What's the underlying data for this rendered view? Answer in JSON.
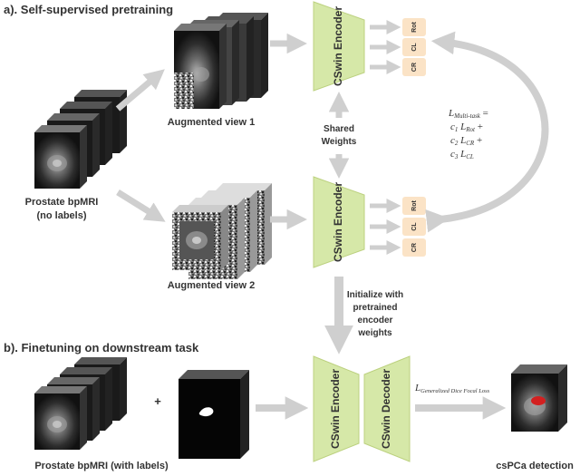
{
  "sections": {
    "pretraining_title": "a). Self-supervised pretraining",
    "finetuning_title": "b). Finetuning on downstream task"
  },
  "inputs": {
    "prostate_unlabeled_line1": "Prostate bpMRI",
    "prostate_unlabeled_line2": "(no labels)",
    "prostate_labeled": "Prostate bpMRI (with labels)"
  },
  "views": {
    "view1": "Augmented view 1",
    "view2": "Augmented view 2"
  },
  "encoders": {
    "encoder_label": "CSwin Encoder",
    "decoder_label": "CSwin Decoder"
  },
  "heads": [
    "Rot",
    "CL",
    "CR"
  ],
  "shared_weights": {
    "line1": "Shared",
    "line2": "Weights"
  },
  "initialize": {
    "line1": "Initialize with",
    "line2": "pretrained",
    "line3": "encoder",
    "line4": "weights"
  },
  "loss": {
    "line1": "L",
    "line1_sub": "Multi-task",
    "line1_tail": " =",
    "line2": "c",
    "line2_sub1": "1",
    "line2_mid": " L",
    "line2_sub2": "Rot",
    "line2_tail": " +",
    "line3": "c",
    "line3_sub1": "2",
    "line3_mid": " L",
    "line3_sub2": "CR",
    "line3_tail": " +",
    "line4": "c",
    "line4_sub1": "3",
    "line4_mid": " L",
    "line4_sub2": "CL"
  },
  "finetune_loss": {
    "symbol": "L",
    "sub": "Generalized Dice Focal Loss"
  },
  "plus_sign": "+",
  "output_label": "csPCa detection",
  "colors": {
    "encoder_fill": "#d6e8a8",
    "encoder_stroke": "#bcd17f",
    "head_fill": "#fbe3c6",
    "arrow": "#cfcfcf",
    "text": "#333333"
  }
}
